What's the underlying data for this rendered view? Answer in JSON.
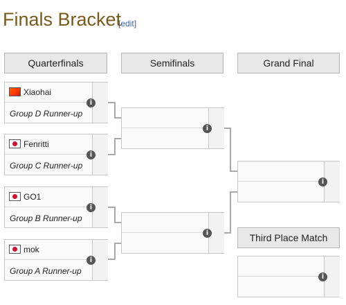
{
  "page": {
    "title": "Finals Bracket",
    "edit_link": "edit"
  },
  "rounds": {
    "quarterfinals": "Quarterfinals",
    "semifinals": "Semifinals",
    "grand_final": "Grand Final",
    "third_place": "Third Place Match"
  },
  "quarterfinals": [
    {
      "player": "Xiaohai",
      "flag": "cn-flag-icon",
      "opponent": "Group D Runner-up"
    },
    {
      "player": "Fenritti",
      "flag": "jp-flag-icon",
      "opponent": "Group C Runner-up"
    },
    {
      "player": "GO1",
      "flag": "jp-flag-icon",
      "opponent": "Group B Runner-up"
    },
    {
      "player": "mok",
      "flag": "jp-flag-icon",
      "opponent": "Group A Runner-up"
    }
  ],
  "info_icon_glyph": "i",
  "colors": {
    "title": "#7a5a1a",
    "link": "#3366bb",
    "header_bg": "#e8e8e8",
    "connector": "#a8a8a8"
  }
}
